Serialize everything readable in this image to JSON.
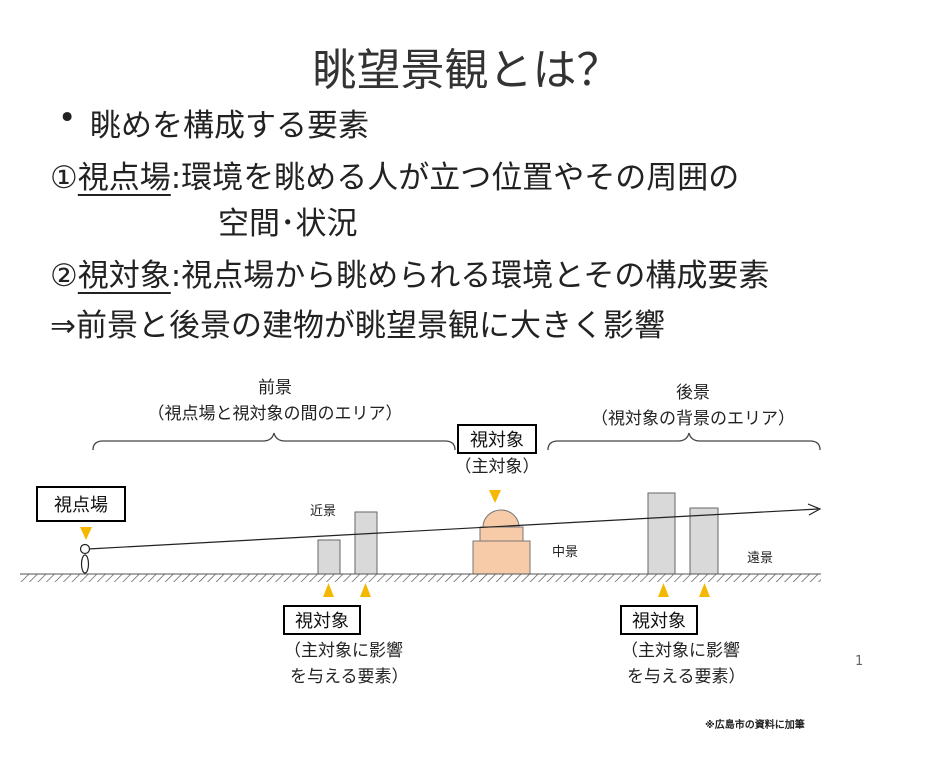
{
  "title": "眺望景観とは？",
  "bullet": "•",
  "intro": "眺めを構成する要素",
  "item1": {
    "num": "①",
    "term": "視点場",
    "colon": ":",
    "desc": "環境を眺める人が立つ位置やその周囲の",
    "desc_cont": "空間･状況"
  },
  "item2": {
    "num": "②",
    "term": "視対象",
    "colon": ":",
    "desc": "視点場から眺められる環境とその構成要素"
  },
  "conclusion": "⇒前景と後景の建物が眺望景観に大きく影響",
  "diagram": {
    "foreground_label": "前景",
    "foreground_sub": "（視点場と視対象の間のエリア）",
    "background_label": "後景",
    "background_sub": "（視対象の背景のエリア）",
    "viewpoint_label": "視点場",
    "main_object_label": "視対象",
    "main_object_sub": "（主対象）",
    "near_view": "近景",
    "middle_view": "中景",
    "far_view": "遠景",
    "influence_label_left": "視対象",
    "influence_sub_left_1": "（主対象に影響",
    "influence_sub_left_2": "を与える要素）",
    "influence_label_right": "視対象",
    "influence_sub_right_1": "（主対象に影響",
    "influence_sub_right_2": "を与える要素）"
  },
  "colors": {
    "marker": "#f5b800",
    "building": "#d9d9d9",
    "main_object": "#f8cba8",
    "ground_hatch": "#555555"
  },
  "page_number": "1",
  "credit": "※広島市の資料に加筆"
}
